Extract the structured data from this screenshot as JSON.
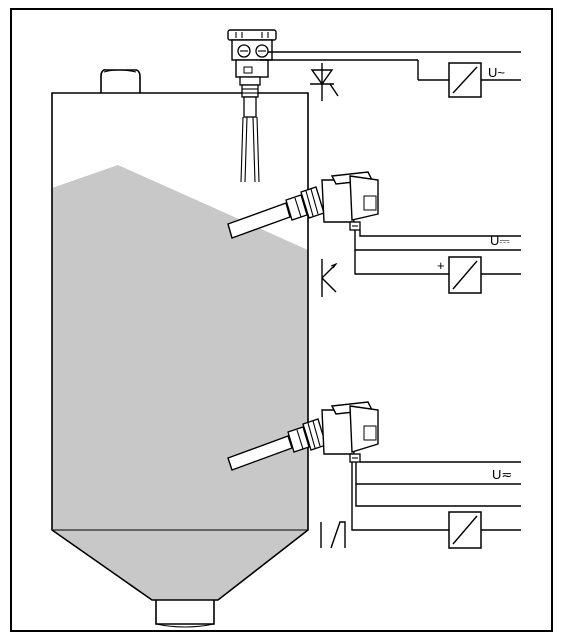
{
  "labels": {
    "supply_ac": "U~",
    "supply_dc": "U⎓",
    "supply_acdc": "U≂",
    "plus": "+"
  },
  "colors": {
    "fill_material": "#c8c8c8",
    "line": "#000000",
    "background": "#ffffff"
  },
  "icons": {
    "output_top": "thyristor-symbol-icon",
    "output_middle": "transistor-symbol-icon",
    "output_bottom": "relay-contact-symbol-icon",
    "load": "relay-coil-icon"
  }
}
